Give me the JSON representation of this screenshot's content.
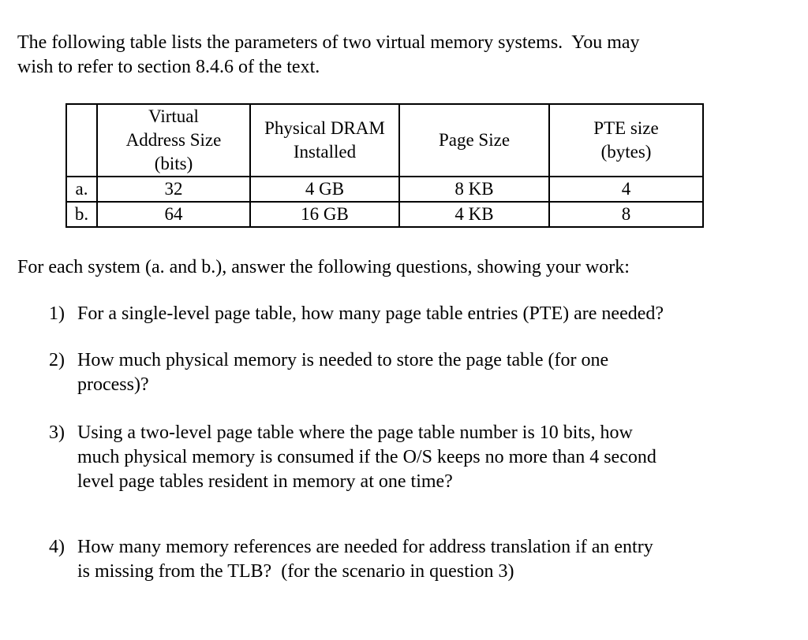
{
  "intro": {
    "lines": [
      "The following table lists the parameters of two virtual memory systems.  You may",
      "wish to refer to section 8.4.6 of the text."
    ]
  },
  "table": {
    "headers": [
      {
        "lines": [
          ""
        ]
      },
      {
        "lines": [
          "Virtual",
          "Address Size",
          "(bits)"
        ]
      },
      {
        "lines": [
          "Physical DRAM",
          "Installed"
        ]
      },
      {
        "lines": [
          "Page Size"
        ]
      },
      {
        "lines": [
          "PTE size",
          "(bytes)"
        ]
      }
    ],
    "rows": [
      {
        "label": "a.",
        "virtual_address_bits": "32",
        "dram_installed": "4 GB",
        "page_size": "8 KB",
        "pte_size_bytes": "4"
      },
      {
        "label": "b.",
        "virtual_address_bits": "64",
        "dram_installed": "16 GB",
        "page_size": "4 KB",
        "pte_size_bytes": "8"
      }
    ]
  },
  "lead": {
    "text": "For each system (a. and b.), answer the following questions, showing your work:"
  },
  "questions": [
    {
      "num": "1)",
      "lines": [
        "For a single-level page table, how many page table entries (PTE) are needed?"
      ]
    },
    {
      "num": "2)",
      "lines": [
        "How much physical memory is needed to store the page table (for one",
        "process)?"
      ]
    },
    {
      "num": "3)",
      "lines": [
        "Using a two-level page table where the page table number is 10 bits, how",
        "much physical memory is consumed if the O/S keeps no more than 4 second",
        "level page tables resident in memory at one time?"
      ]
    },
    {
      "num": "4)",
      "lines": [
        "How many memory references are needed for address translation if an entry",
        "is missing from the TLB?  (for the scenario in question 3)"
      ]
    }
  ]
}
